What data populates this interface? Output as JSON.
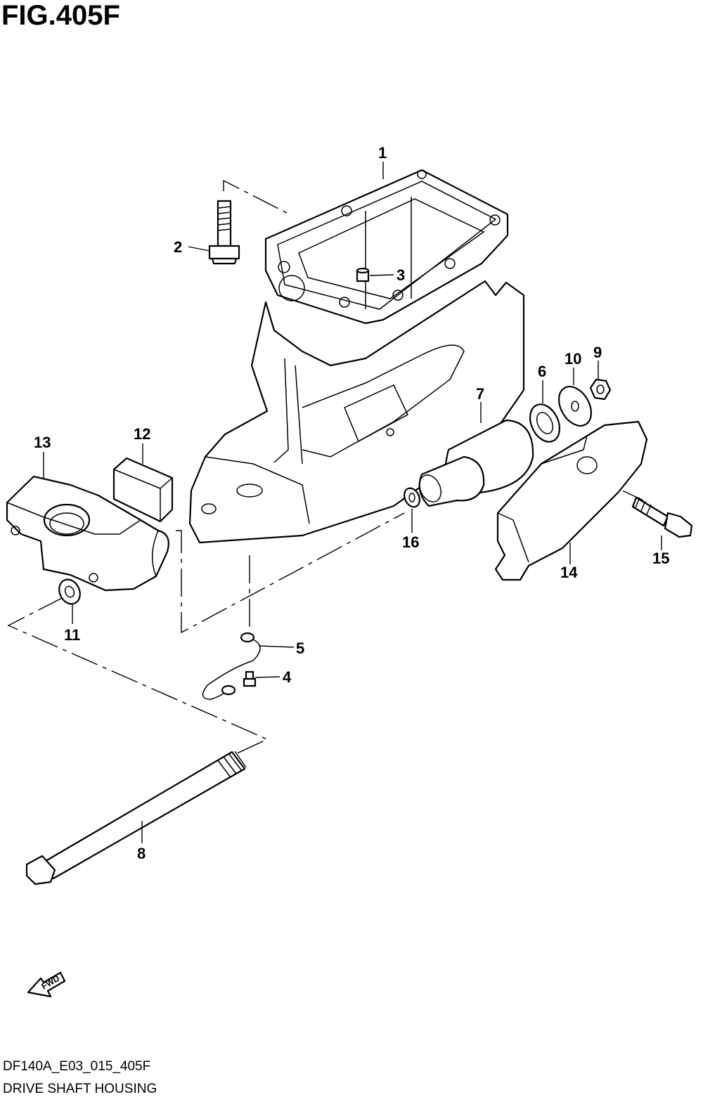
{
  "figure": {
    "title": "FIG.405F",
    "code": "DF140A_E03_015_405F",
    "name": "DRIVE SHAFT HOUSING"
  },
  "callouts": [
    "1",
    "2",
    "3",
    "4",
    "5",
    "6",
    "7",
    "8",
    "9",
    "10",
    "11",
    "12",
    "13",
    "14",
    "15",
    "16"
  ],
  "direction_marker": "FWD"
}
